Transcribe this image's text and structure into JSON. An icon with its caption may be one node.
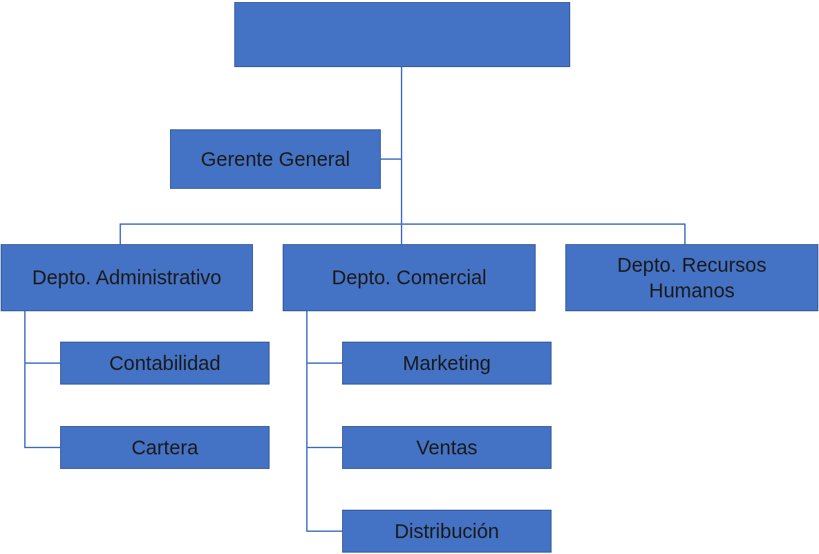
{
  "diagram": {
    "nodes": [
      {
        "text": [],
        "shape": "box"
      },
      {
        "text": [
          "Gerente General"
        ]
      },
      {
        "text": [
          "Depto. Administrativo"
        ]
      },
      {
        "text": [
          "Depto. Comercial"
        ]
      },
      {
        "text": [
          "Depto. Recursos Humanos"
        ]
      },
      {
        "text": [
          "Contabilidad"
        ]
      },
      {
        "text": [
          "Cartera"
        ]
      },
      {
        "text": [
          "Marketing"
        ]
      },
      {
        "text": [
          "Ventas"
        ]
      },
      {
        "text": [
          "Distribución"
        ]
      }
    ],
    "edges": [
      {
        "from": 0,
        "to": 1,
        "arrow": "none"
      },
      {
        "from": 0,
        "to": 2,
        "arrow": "none"
      },
      {
        "from": 0,
        "to": 3,
        "arrow": "none"
      },
      {
        "from": 0,
        "to": 4,
        "arrow": "none"
      },
      {
        "from": 2,
        "to": 5,
        "arrow": "none"
      },
      {
        "from": 2,
        "to": 6,
        "arrow": "none"
      },
      {
        "from": 3,
        "to": 7,
        "arrow": "none"
      },
      {
        "from": 3,
        "to": 8,
        "arrow": "none"
      },
      {
        "from": 3,
        "to": 9,
        "arrow": "none"
      }
    ]
  }
}
